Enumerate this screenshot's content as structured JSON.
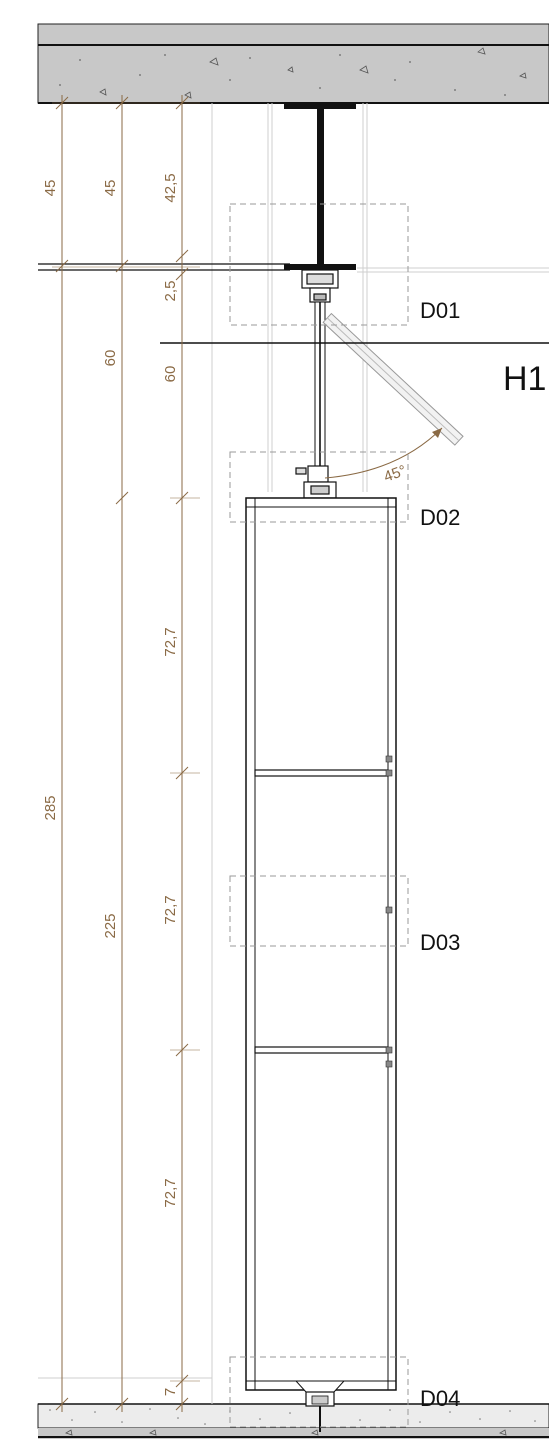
{
  "colors": {
    "dimension": "#8a6a45",
    "concrete": "#c8c8c8",
    "screed": "#ececec",
    "line": "#111111",
    "detail_box": "#9a9a9a"
  },
  "dimensions": {
    "col1": [
      "45",
      "285"
    ],
    "col2": [
      "45",
      "60",
      "225"
    ],
    "col3": [
      "42,5",
      "2,5",
      "60",
      "72,7",
      "72,7",
      "72,7",
      "7"
    ]
  },
  "details": {
    "d01": "D01",
    "d02": "D02",
    "d03": "D03",
    "d04": "D04"
  },
  "section_mark": "H1",
  "angle": "45°"
}
